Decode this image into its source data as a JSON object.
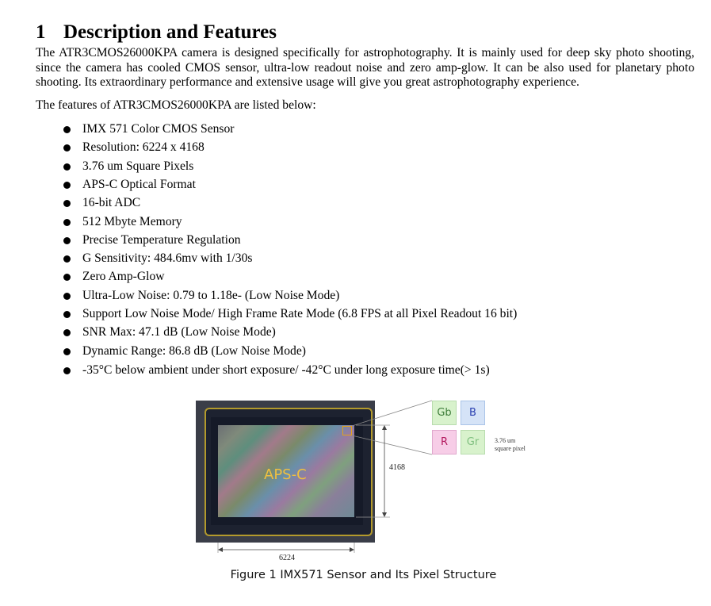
{
  "section": {
    "number": "1",
    "title": "Description and Features"
  },
  "description": "The ATR3CMOS26000KPA camera is designed specifically for astrophotography. It is mainly used for deep sky photo shooting, since the camera has cooled CMOS sensor, ultra-low readout noise and zero amp-glow. It can be also used for planetary photo shooting. Its extraordinary performance and extensive usage will give you great astrophotography experience.",
  "features_intro": "The features of ATR3CMOS26000KPA are listed below:",
  "features": [
    "IMX 571 Color CMOS Sensor",
    "Resolution: 6224 x 4168",
    "3.76 um Square Pixels",
    "APS-C Optical Format",
    "16-bit ADC",
    "512 Mbyte Memory",
    "Precise Temperature Regulation",
    "G Sensitivity: 484.6mv with 1/30s",
    "Zero Amp-Glow",
    "Ultra-Low Noise: 0.79 to 1.18e- (Low Noise Mode)",
    "Support Low Noise Mode/ High Frame Rate Mode (6.8 FPS at all Pixel Readout 16 bit)",
    "SNR Max: 47.1 dB (Low Noise Mode)",
    "Dynamic Range: 86.8 dB (Low Noise Mode)",
    "-35°C below ambient under short exposure/ -42°C under long exposure time(> 1s)"
  ],
  "figure": {
    "sensor_label": "APS-C",
    "height_label": "4168",
    "width_label": "6224",
    "pixel_labels": {
      "gb": "Gb",
      "b": "B",
      "r": "R",
      "gr": "Gr"
    },
    "pixel_note_line1": "3.76 um",
    "pixel_note_line2": "square pixel",
    "caption": "Figure 1 IMX571 Sensor and Its Pixel Structure"
  }
}
